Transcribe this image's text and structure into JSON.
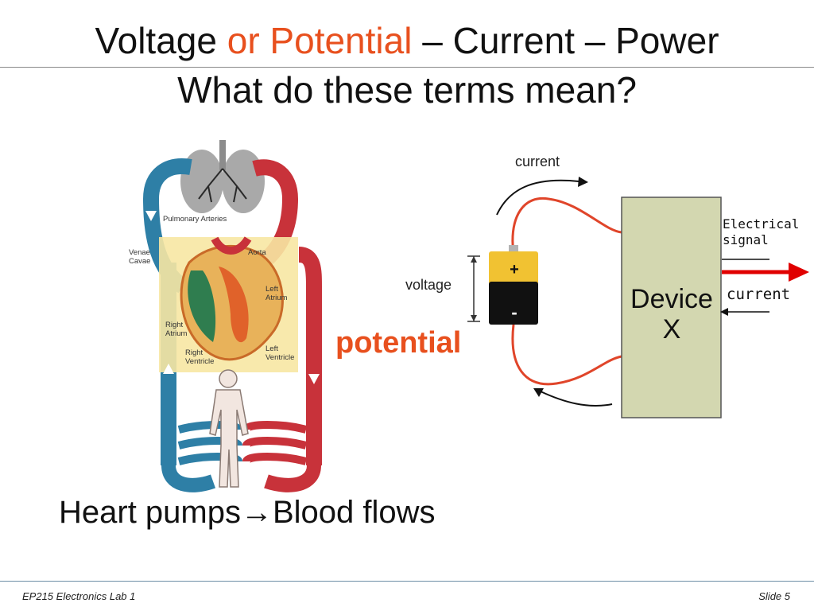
{
  "title": {
    "part1": "Voltage ",
    "part2": "or Potential",
    "part3": " – Current – Power",
    "line2": "What do these terms mean?"
  },
  "heart_diagram": {
    "labels": [
      "Pulmonary Arteries",
      "Venae",
      "Cavae",
      "Aorta",
      "Left",
      "Atrium",
      "Right",
      "Atrium",
      "Left",
      "Ventricle",
      "Right",
      "Ventricle"
    ]
  },
  "circuit": {
    "current_top": "current",
    "voltage": "voltage",
    "battery_plus": "+",
    "battery_minus": "-",
    "device_line1": "Device",
    "device_line2": "X",
    "signal_line1": "Electrical",
    "signal_line2": "signal",
    "current_right": "current"
  },
  "potential_label": "potential",
  "caption": "Heart pumps→Blood flows",
  "footer": {
    "left": "EP215 Electronics Lab 1",
    "right": "Slide 5"
  },
  "colors": {
    "accent": "#e8501e",
    "artery_red": "#c8323a",
    "vein_blue": "#2e7fa6",
    "device_fill": "#d3d7b0",
    "wire": "#e0452a",
    "heart_bg": "#f7e7a3"
  }
}
